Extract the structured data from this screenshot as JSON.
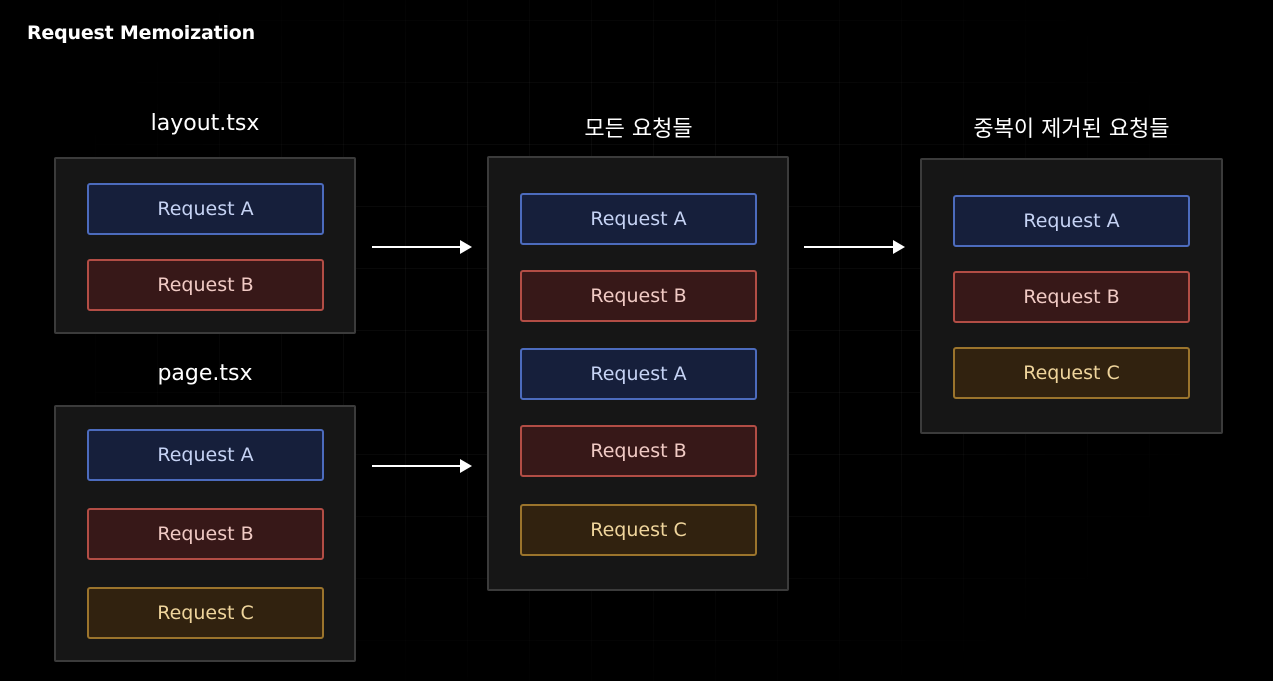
{
  "title": "Request Memoization",
  "layout_group": {
    "title": "layout.tsx",
    "requests": [
      "Request A",
      "Request B"
    ]
  },
  "page_group": {
    "title": "page.tsx",
    "requests": [
      "Request A",
      "Request B",
      "Request C"
    ]
  },
  "all_group": {
    "title": "모든 요청들",
    "requests": [
      "Request A",
      "Request B",
      "Request A",
      "Request B",
      "Request C"
    ]
  },
  "dedup_group": {
    "title": "중복이 제거된 요청들",
    "requests": [
      "Request A",
      "Request B",
      "Request C"
    ]
  },
  "colors": {
    "request_a": "#4c6bbd",
    "request_b": "#b24d45",
    "request_c": "#9b742c"
  }
}
